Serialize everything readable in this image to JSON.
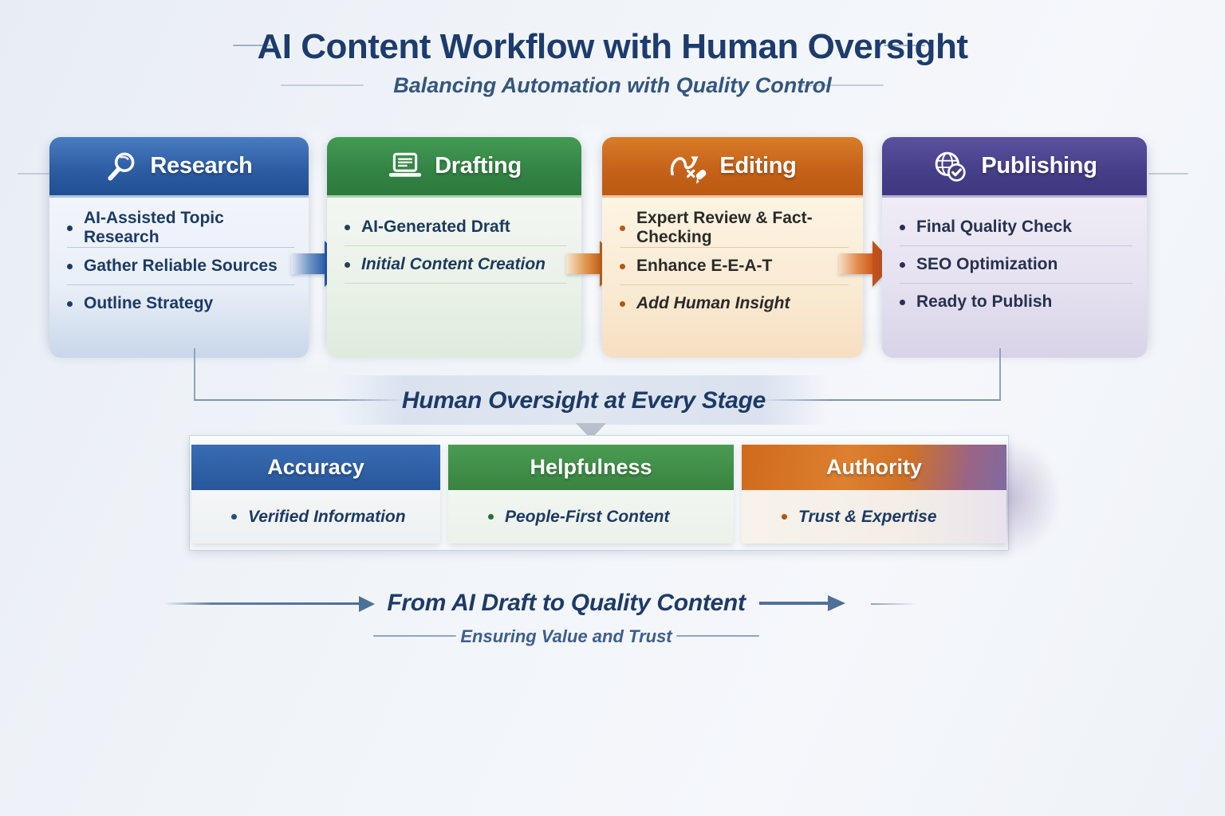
{
  "page": {
    "title": "AI Content Workflow with Human Oversight",
    "subtitle": "Balancing Automation with Quality Control"
  },
  "stages": [
    {
      "label": "Research",
      "icon": "magnifier-icon",
      "accent_color": "#2d5da3",
      "items": [
        "AI-Assisted Topic Research",
        "Gather Reliable Sources",
        "Outline Strategy"
      ]
    },
    {
      "label": "Drafting",
      "icon": "laptop-icon",
      "accent_color": "#338344",
      "items": [
        "AI-Generated Draft",
        "Initial Content Creation"
      ]
    },
    {
      "label": "Editing",
      "icon": "edit-path-icon",
      "accent_color": "#c6621a",
      "items": [
        "Expert Review & Fact-Checking",
        "Enhance E-E-A-T",
        "Add Human Insight"
      ]
    },
    {
      "label": "Publishing",
      "icon": "globe-check-icon",
      "accent_color": "#453e88",
      "items": [
        "Final Quality Check",
        "SEO Optimization",
        "Ready to Publish"
      ]
    }
  ],
  "oversight": {
    "label": "Human Oversight at Every Stage"
  },
  "pillars": [
    {
      "label": "Accuracy",
      "accent_color": "#2b5ea8",
      "item": "Verified Information"
    },
    {
      "label": "Helpfulness",
      "accent_color": "#3f8f43",
      "item": "People-First Content"
    },
    {
      "label": "Authority",
      "accent_color": "#cd671d",
      "item": "Trust & Expertise"
    }
  ],
  "footer": {
    "tagline": "From AI Draft to Quality Content",
    "subtext": "Ensuring Value and Trust"
  }
}
